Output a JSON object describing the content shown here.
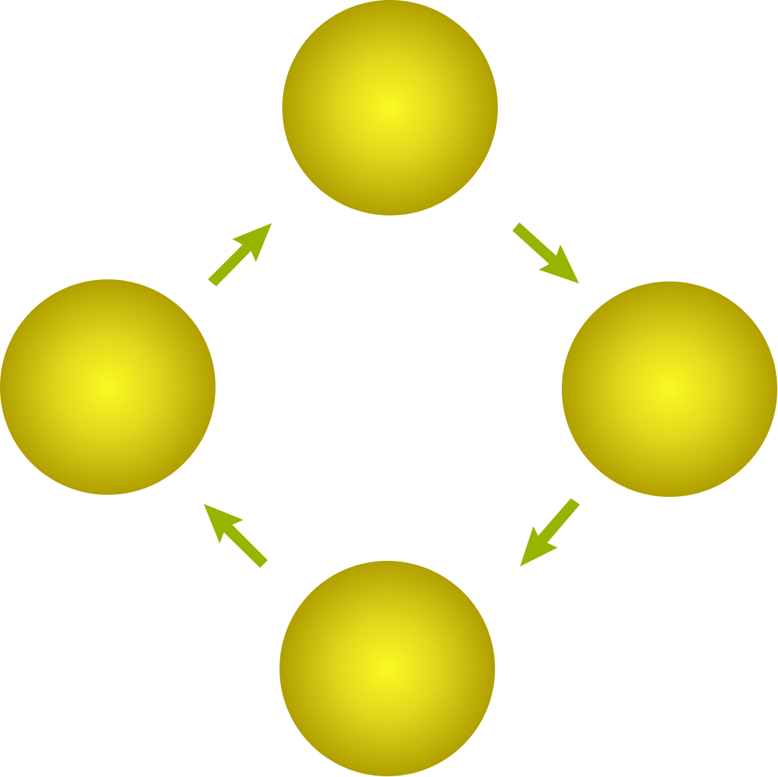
{
  "diagram": {
    "type": "cycle",
    "direction": "clockwise",
    "node_count": 4,
    "nodes": [
      {
        "id": "top",
        "shape": "sphere"
      },
      {
        "id": "right",
        "shape": "sphere"
      },
      {
        "id": "bottom",
        "shape": "sphere"
      },
      {
        "id": "left",
        "shape": "sphere"
      }
    ],
    "arrows": [
      {
        "from": "left",
        "to": "top"
      },
      {
        "from": "top",
        "to": "right"
      },
      {
        "from": "right",
        "to": "bottom"
      },
      {
        "from": "bottom",
        "to": "left"
      }
    ]
  },
  "colors": {
    "background": "#ffffff",
    "sphere_highlight": "#fbfa22",
    "sphere_mid": "#e2d81c",
    "sphere_edge": "#b09f00",
    "arrow": "#97b400"
  }
}
